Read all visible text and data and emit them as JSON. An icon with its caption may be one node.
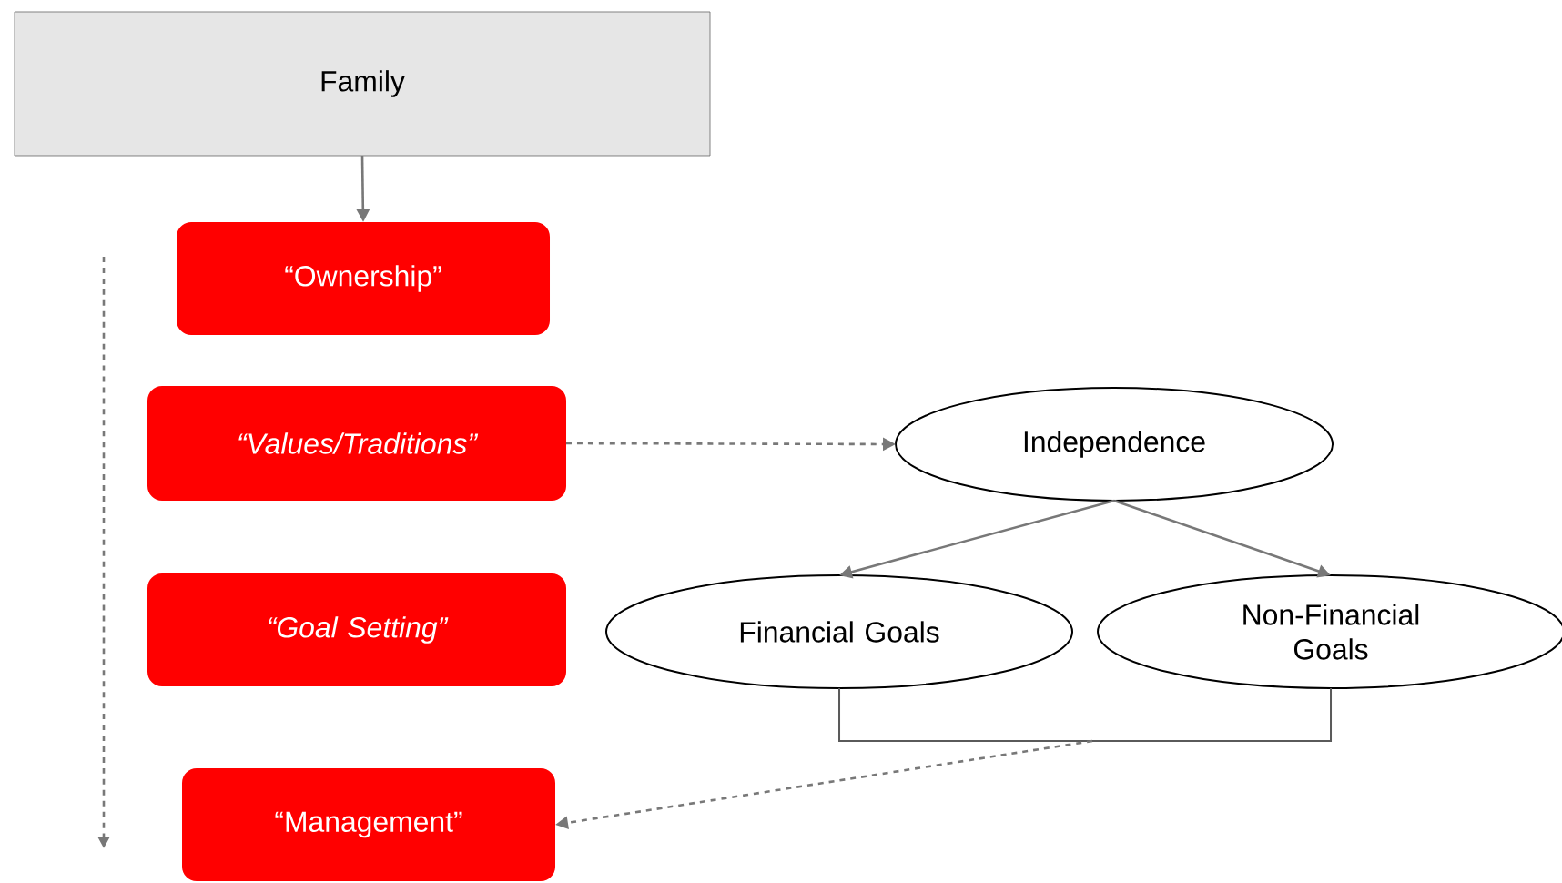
{
  "diagram": {
    "nodes": [
      {
        "text": [
          "Family"
        ]
      },
      {
        "text": [
          "“Ownership”"
        ]
      },
      {
        "text": [
          "“Values/Traditions”"
        ]
      },
      {
        "text": [
          "“Goal Setting”"
        ]
      },
      {
        "text": [
          "“Management”"
        ]
      },
      {
        "text": [
          "Independence"
        ]
      },
      {
        "text": [
          "Financial Goals"
        ]
      },
      {
        "text": [
          "Non-Financial Goals"
        ]
      }
    ],
    "edges": [
      {
        "from": 0,
        "to": 1,
        "arrow": "to"
      },
      {
        "from": 2,
        "to": 5,
        "arrow": "to",
        "style": "dashed"
      },
      {
        "from": 5,
        "to": 6,
        "arrow": "to"
      },
      {
        "from": 5,
        "to": 7,
        "arrow": "to"
      },
      {
        "from": 6,
        "to": 4,
        "arrow": "to",
        "style": "dashed"
      },
      {
        "from": 7,
        "to": 4,
        "arrow": "to",
        "style": "dashed"
      }
    ]
  }
}
